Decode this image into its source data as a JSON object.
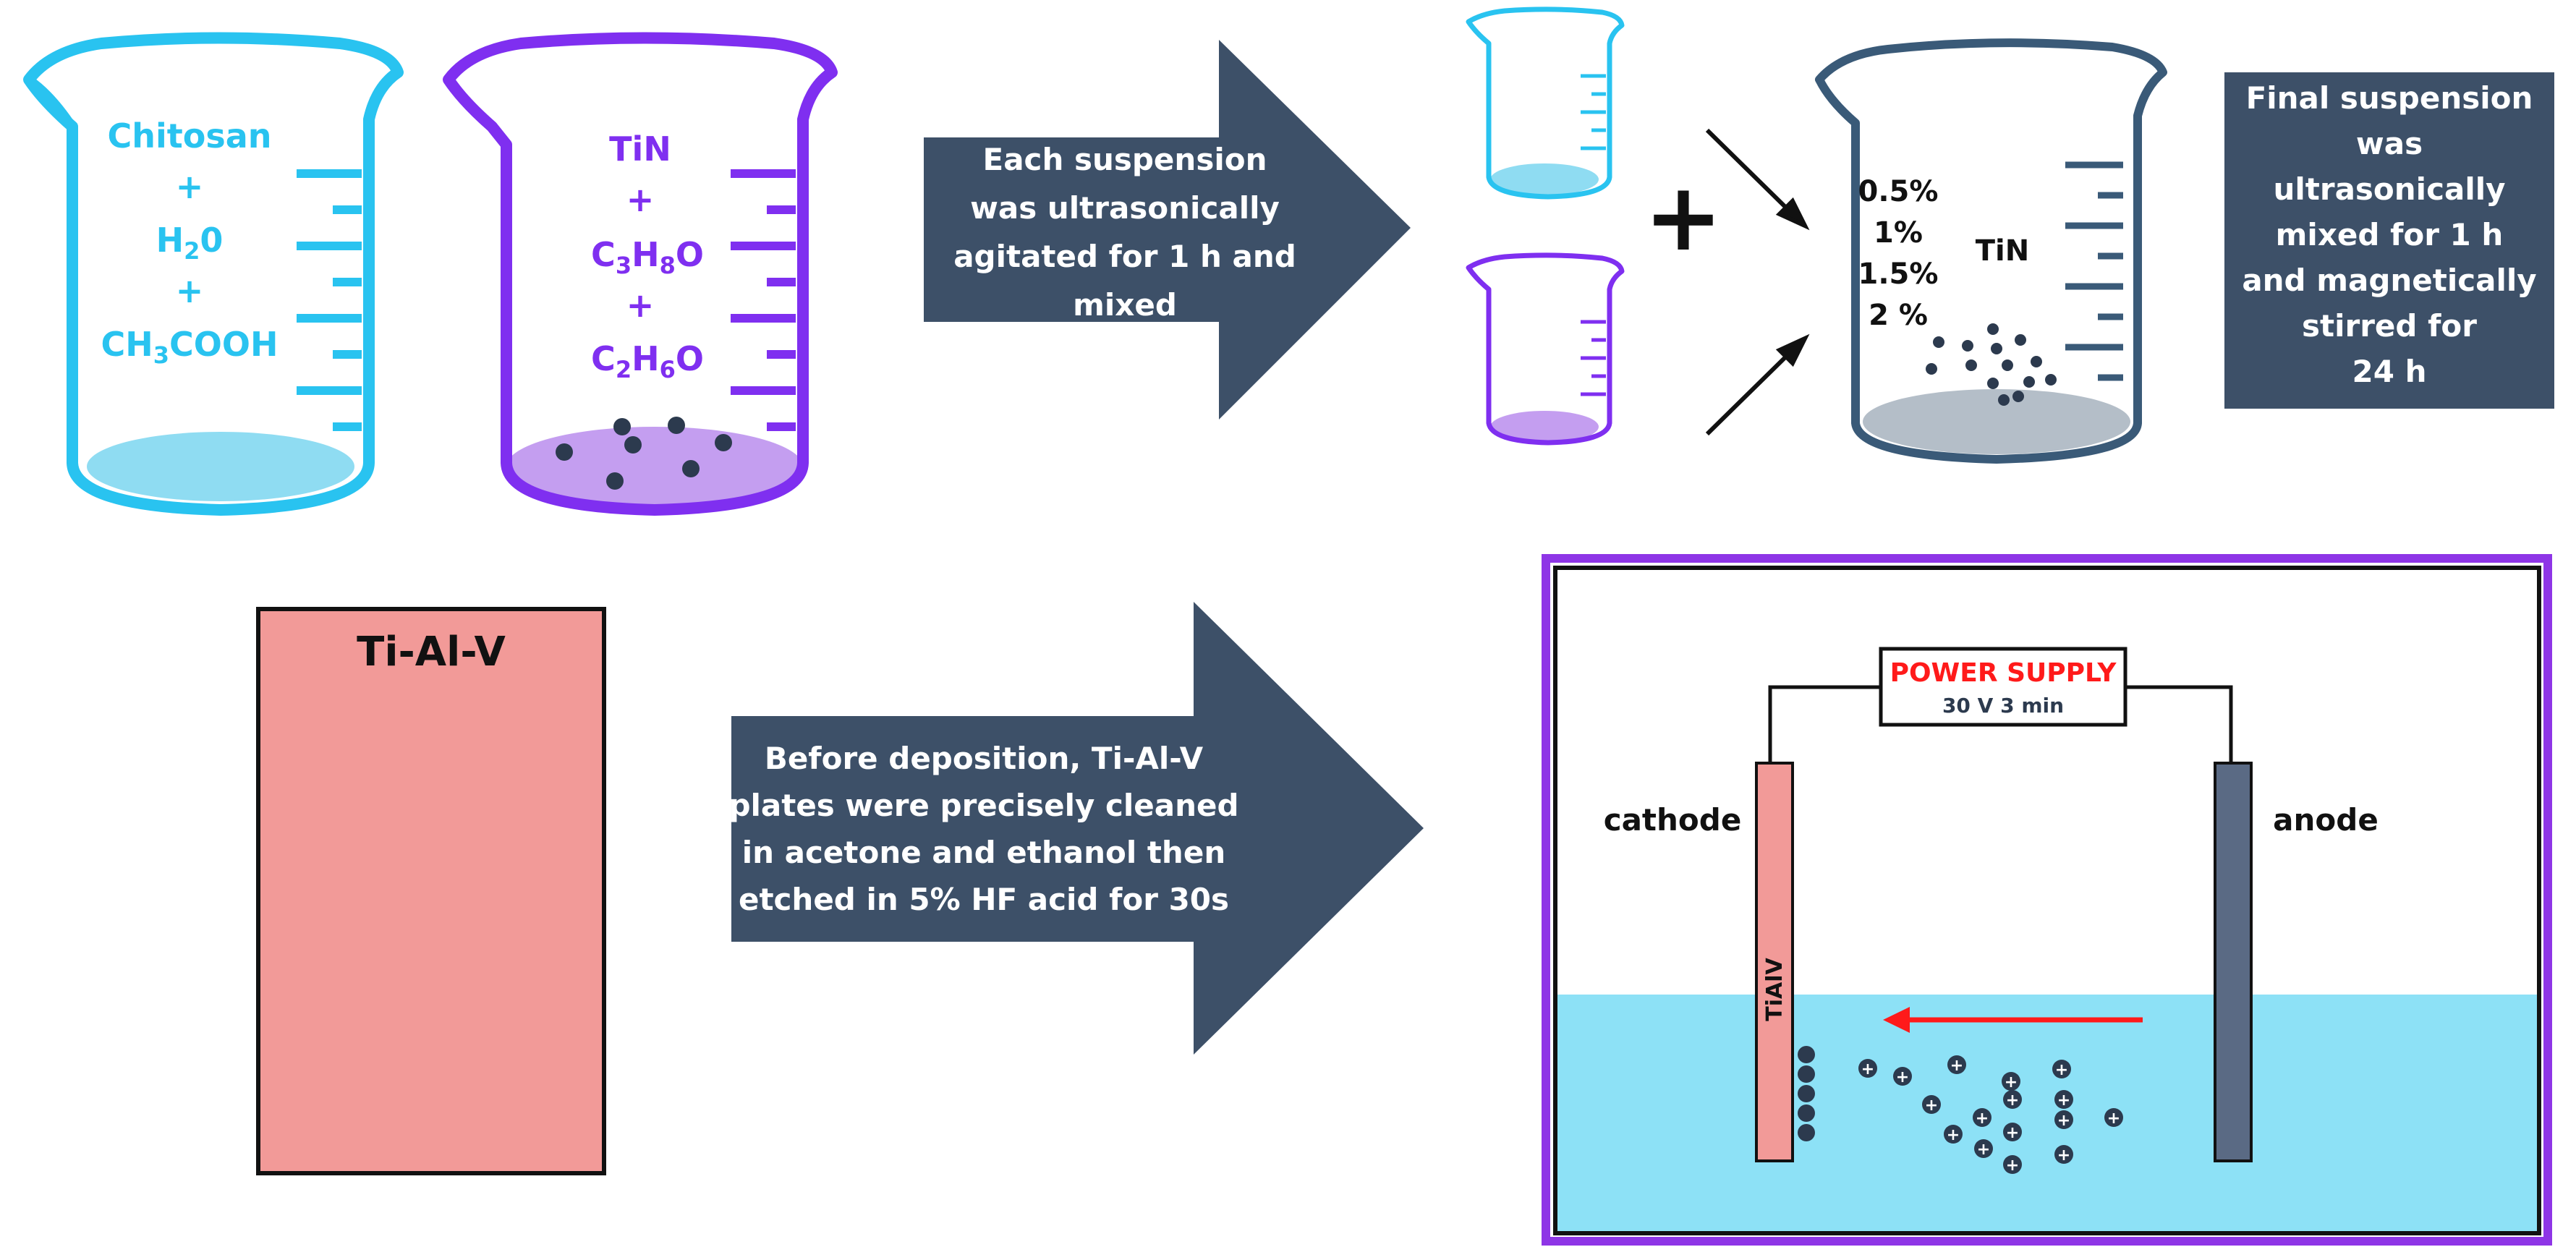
{
  "colors": {
    "cyan": "#29c3f0",
    "cyan_fill": "#8fdcf2",
    "purple": "#7f2ff0",
    "purple_fill": "#c49ef0",
    "navy": "#3d5068",
    "navy_beaker": "#3a5a78",
    "gray_fill": "#b4bec8",
    "plate": "#f29a98",
    "electrolyte": "#8de1f6",
    "red": "#ff1a1a",
    "anode": "#5a6a84",
    "frame_border": "#8e35e6"
  },
  "beaker_chitosan": {
    "line1": "Chitosan",
    "plus1": "+",
    "line2": "H",
    "line2_sub": "2",
    "line2_end": "0",
    "plus2": "+",
    "line3": "CH",
    "line3_sub": "3",
    "line3_end": "COOH"
  },
  "beaker_tin": {
    "line1": "TiN",
    "plus1": "+",
    "line2_a": "C",
    "line2_s1": "3",
    "line2_b": "H",
    "line2_s2": "8",
    "line2_c": "O",
    "plus2": "+",
    "line3_a": "C",
    "line3_s1": "2",
    "line3_b": "H",
    "line3_s2": "6",
    "line3_c": "O"
  },
  "arrow_top": {
    "lines": [
      "Each suspension",
      "was ultrasonically",
      "agitated for 1 h and",
      "mixed"
    ]
  },
  "plus_sign": "+",
  "beaker_mix": {
    "percents": [
      "0.5%",
      "1%",
      "1.5%",
      "2 %"
    ],
    "label": "TiN"
  },
  "final_box": {
    "lines": [
      "Final suspension",
      "was",
      "ultrasonically",
      "mixed for 1 h",
      "and magnetically",
      "stirred for",
      "24 h"
    ]
  },
  "plate": {
    "label": "Ti-Al-V"
  },
  "arrow_bottom": {
    "lines": [
      "Before deposition, Ti-Al-V",
      "plates were  precisely cleaned",
      "in acetone and ethanol then",
      "etched in 5% HF acid for 30s"
    ]
  },
  "cell": {
    "power_title": "POWER SUPPLY",
    "power_params": "30 V 3 min",
    "cathode": "cathode",
    "anode": "anode",
    "cathode_text": "TiAlV",
    "ion_sign": "+"
  }
}
